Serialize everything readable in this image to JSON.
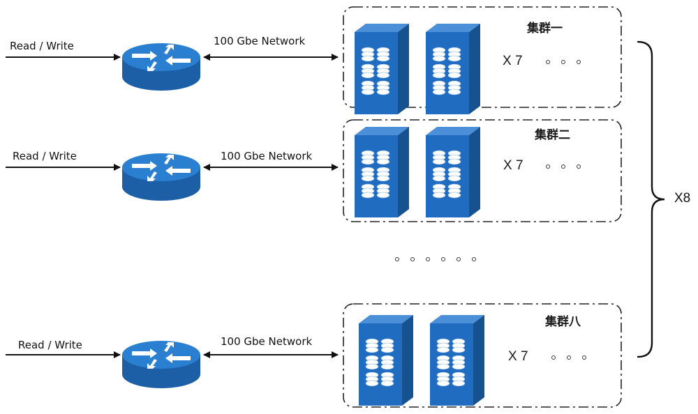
{
  "colors": {
    "router_top": "#2a7fd0",
    "router_side": "#1d5fa6",
    "server_front": "#1f6cc0",
    "server_side": "#15528f",
    "server_top": "#4a8fd8",
    "line": "#111111"
  },
  "rows": [
    {
      "io_label": "Read / Write",
      "network_label": "100 Gbe Network",
      "cluster": {
        "name": "集群一",
        "multiplier": "X 7"
      }
    },
    {
      "io_label": "Read / Write",
      "network_label": "100 Gbe Network",
      "cluster": {
        "name": "集群二",
        "multiplier": "X 7"
      }
    },
    {
      "io_label": "Read / Write",
      "network_label": "100 Gbe Network",
      "cluster": {
        "name": "集群八",
        "multiplier": "X 7"
      }
    }
  ],
  "total_multiplier": "X8",
  "icons": {
    "router": "router-icon",
    "server": "storage-server-icon",
    "brace": "right-brace-icon"
  }
}
